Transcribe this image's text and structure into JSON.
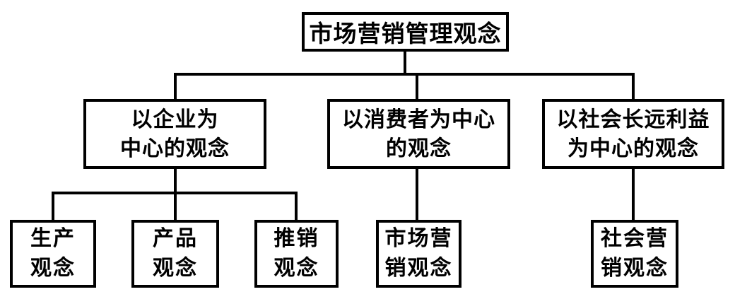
{
  "diagram": {
    "colors": {
      "background": "#ffffff",
      "line": "#000000",
      "text": "#000000"
    },
    "root": {
      "label": "市场营销管理观念"
    },
    "level2": [
      {
        "lines": [
          "以企业为",
          "中心的观念"
        ]
      },
      {
        "lines": [
          "以消费者为中心",
          "的观念"
        ]
      },
      {
        "lines": [
          "以社会长远利益",
          "为中心的观念"
        ]
      }
    ],
    "level3": [
      {
        "lines": [
          "生产",
          "观念"
        ]
      },
      {
        "lines": [
          "产品",
          "观念"
        ]
      },
      {
        "lines": [
          "推销",
          "观念"
        ]
      },
      {
        "lines": [
          "市场营",
          "销观念"
        ]
      },
      {
        "lines": [
          "社会营",
          "销观念"
        ]
      }
    ]
  }
}
